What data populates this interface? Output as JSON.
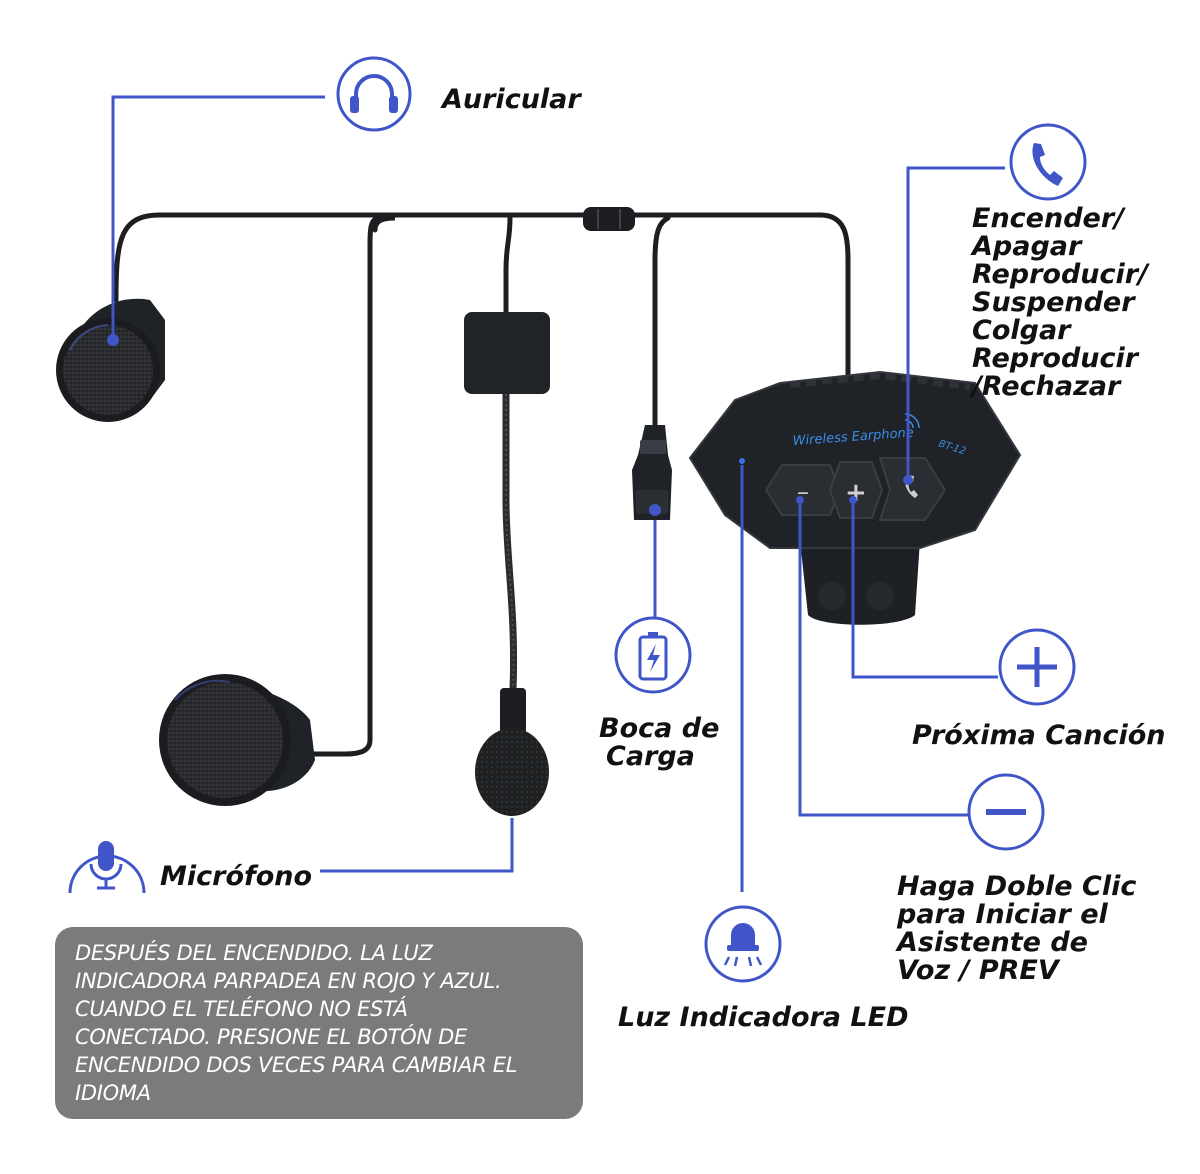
{
  "labels": {
    "auricular": "Auricular",
    "encender": [
      "Encender/",
      "Apagar",
      "Reproducir/",
      "Suspender",
      "Colgar",
      "Reproducir",
      "/Rechazar"
    ],
    "boca": [
      "Boca de",
      "Carga"
    ],
    "proxima": "Próxima Canción",
    "microfono": "Micrófono",
    "haga": [
      "Haga Doble Clic",
      "para Iniciar el",
      "Asistente de",
      "Voz / PREV"
    ],
    "luz": "Luz Indicadora LED"
  },
  "device": {
    "brand_text": "Wireless Earphone",
    "model_text": "BT-12",
    "minus_glyph": "–",
    "plus_glyph": "+"
  },
  "note_lines": [
    "DESPUÉS DEL ENCENDIDO. LA LUZ",
    "INDICADORA PARPADEA EN ROJO Y AZUL.",
    "CUANDO EL TELÉFONO NO ESTÁ",
    "CONECTADO. PRESIONE EL BOTÓN DE",
    "ENCENDIDO DOS VECES PARA CAMBIAR EL",
    "IDIOMA"
  ],
  "icons": [
    "headphones-icon",
    "phone-icon",
    "battery-charging-icon",
    "plus-icon",
    "microphone-icon",
    "minus-icon",
    "led-light-icon"
  ],
  "colors": {
    "accent": "#3f55c8",
    "device": "#1f2226",
    "note_bg": "#7b7b7b",
    "note_text": "#ffffff",
    "device_text": "#3b8ee8"
  }
}
